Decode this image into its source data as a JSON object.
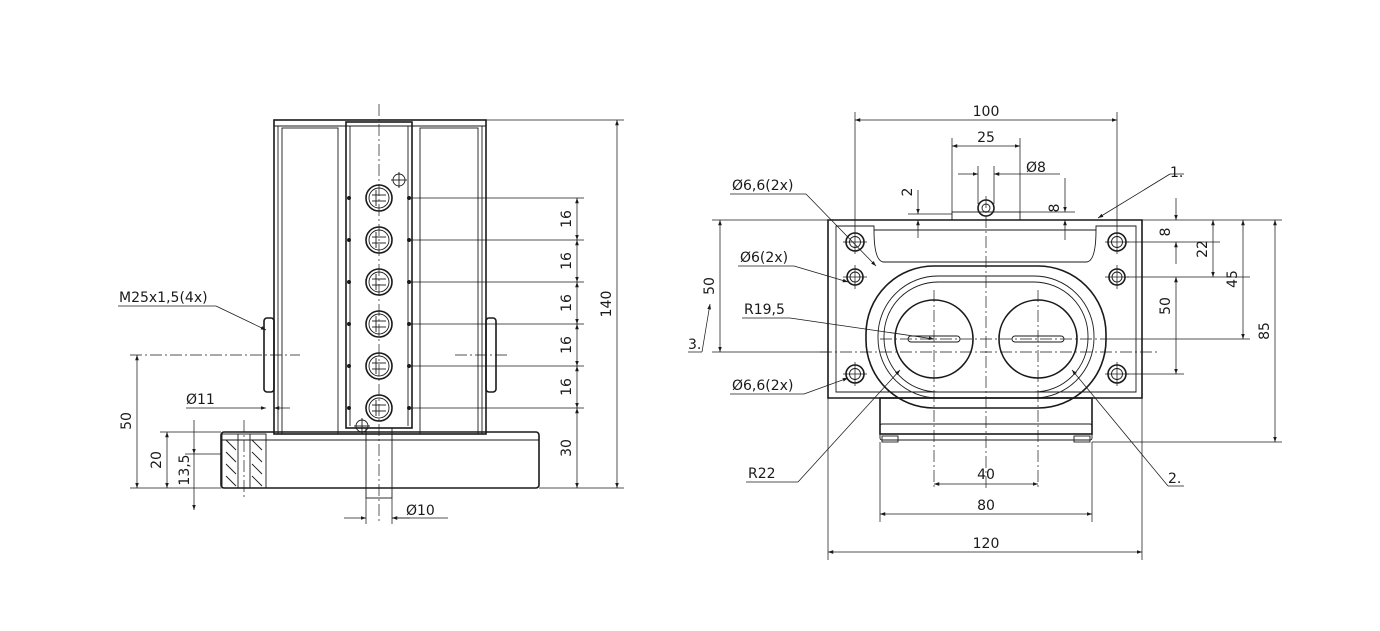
{
  "front_view": {
    "dim_140": "140",
    "dim_16_a": "16",
    "dim_16_b": "16",
    "dim_16_c": "16",
    "dim_16_d": "16",
    "dim_16_e": "16",
    "dim_30": "30",
    "dim_50": "50",
    "dim_20": "20",
    "dim_13_5": "13,5",
    "dia_11": "Ø11",
    "dia_10": "Ø10",
    "thread": "M25x1,5(4x)"
  },
  "side_view": {
    "dim_100": "100",
    "dim_25": "25",
    "dia_8": "Ø8",
    "dim_2": "2",
    "dim_8_top": "8",
    "dim_8_right": "8",
    "dim_22": "22",
    "dim_45": "45",
    "dim_50_right": "50",
    "dim_85": "85",
    "dim_50_left": "50",
    "dim_40": "40",
    "dim_80": "80",
    "dim_120": "120",
    "hole_a": "Ø6,6(2x)",
    "hole_b": "Ø6(2x)",
    "hole_c": "Ø6,6(2x)",
    "r_small": "R19,5",
    "r_large": "R22",
    "callout_1": "1.",
    "callout_2": "2.",
    "callout_3": "3."
  }
}
